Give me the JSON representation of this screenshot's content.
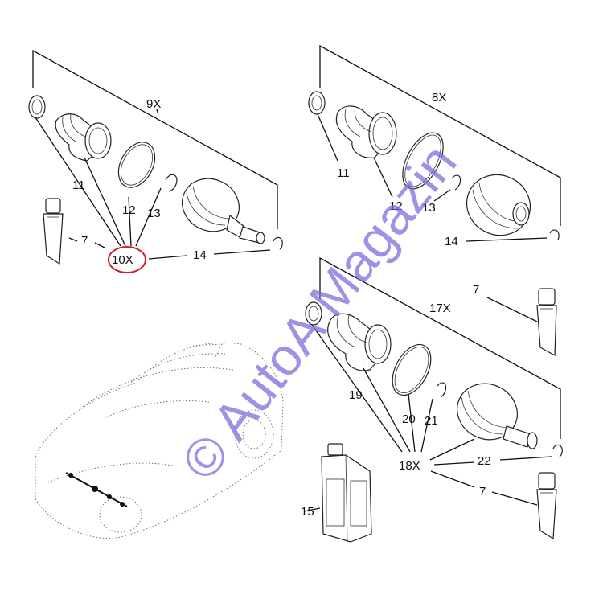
{
  "callouts": {
    "kit_9x": "9X",
    "kit_8x": "8X",
    "kit_17x": "17X",
    "kit_10x": "10X",
    "kit_18x": "18X",
    "n11_a": "11",
    "n12_a": "12",
    "n13_a": "13",
    "n14_a": "14",
    "n7_a": "7",
    "n11_b": "11",
    "n12_b": "12",
    "n13_b": "13",
    "n14_b": "14",
    "n7_b": "7",
    "n19": "19",
    "n20": "20",
    "n21": "21",
    "n22": "22",
    "n7_c": "7",
    "n15": "15"
  },
  "watermark": {
    "text": "© AutoA Magazin",
    "color": "#7b6fe0",
    "accent_color": "#e34a5a"
  },
  "highlight_color": "#d0202a"
}
